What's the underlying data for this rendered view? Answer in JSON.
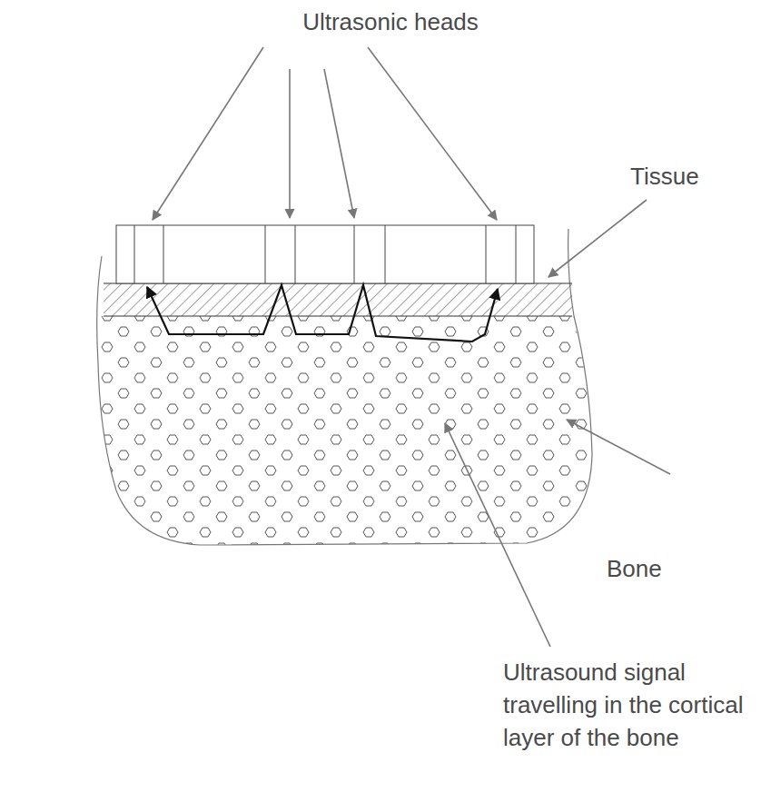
{
  "diagram": {
    "labels": [
      "Ultrasonic heads",
      "Tissue",
      "Bone",
      "Ultrasound signal travelling in the cortical layer of the bone"
    ]
  }
}
